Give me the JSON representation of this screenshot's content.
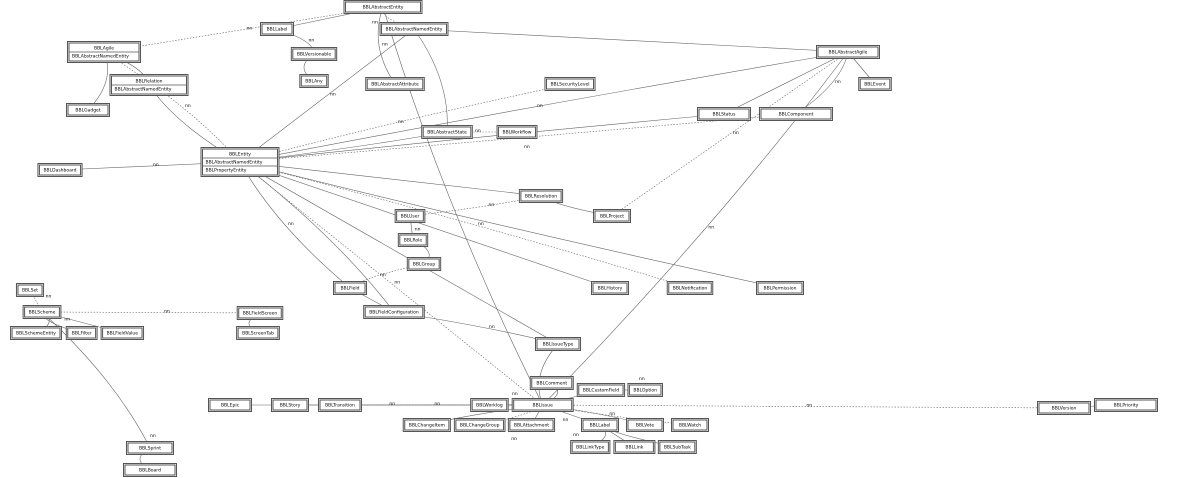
{
  "diagram": {
    "edge_label": "nn",
    "nodes": [
      {
        "id": "n1",
        "label": "BBLAbstractEntity"
      },
      {
        "id": "n2",
        "label": "BBLLabel"
      },
      {
        "id": "n3",
        "label": "BBLAbstractNamedEntity"
      },
      {
        "id": "n4",
        "label": "BBLAgile",
        "sub": "BBLAbstractNamedEntity"
      },
      {
        "id": "n5",
        "label": "BBLVersionable"
      },
      {
        "id": "n6",
        "label": "BBLAbstractAgile"
      },
      {
        "id": "n7",
        "label": "BBLAny"
      },
      {
        "id": "n8",
        "label": "BBLRelation",
        "sub": "BBLAbstractNamedEntity"
      },
      {
        "id": "n9",
        "label": "BBLAbstractAttribute"
      },
      {
        "id": "n10",
        "label": "BBLStatus"
      },
      {
        "id": "n11",
        "label": "BBLComponent"
      },
      {
        "id": "n12",
        "label": "BBLAbstractState"
      },
      {
        "id": "n13",
        "label": "BBLWorkflow"
      },
      {
        "id": "n14",
        "label": "BBLEntity",
        "sub": "BBLAbstractNamedEntity",
        "sub2": "BBLPropertyEntity"
      },
      {
        "id": "n15",
        "label": "BBLResolution"
      },
      {
        "id": "n16",
        "label": "BBLUser"
      },
      {
        "id": "n17",
        "label": "BBLProject"
      },
      {
        "id": "n18",
        "label": "BBLRole"
      },
      {
        "id": "n19",
        "label": "BBLGroup"
      },
      {
        "id": "n20",
        "label": "BBLField"
      },
      {
        "id": "n21",
        "label": "BBLFieldConfiguration"
      },
      {
        "id": "n22",
        "label": "BBLSet"
      },
      {
        "id": "n23",
        "label": "BBLScheme"
      },
      {
        "id": "n24",
        "label": "BBLSchemeEntity"
      },
      {
        "id": "n25",
        "label": "BBLFilter"
      },
      {
        "id": "n26",
        "label": "BBLFieldValue"
      },
      {
        "id": "n27",
        "label": "BBLFieldScreen"
      },
      {
        "id": "n28",
        "label": "BBLScreenTab"
      },
      {
        "id": "n29",
        "label": "BBLIssueType"
      },
      {
        "id": "n30",
        "label": "BBLIssue"
      },
      {
        "id": "n31",
        "label": "BBLComment"
      },
      {
        "id": "n32",
        "label": "BBLWorklog"
      },
      {
        "id": "n33",
        "label": "BBLPriority"
      },
      {
        "id": "n34",
        "label": "BBLVersion"
      },
      {
        "id": "n35",
        "label": "BBLAttachment"
      },
      {
        "id": "n36",
        "label": "BBLChangeGroup"
      },
      {
        "id": "n37",
        "label": "BBLChangeItem"
      },
      {
        "id": "n38",
        "label": "BBLLabel"
      },
      {
        "id": "n39",
        "label": "BBLVote"
      },
      {
        "id": "n40",
        "label": "BBLWatch"
      },
      {
        "id": "n41",
        "label": "BBLLink"
      },
      {
        "id": "n42",
        "label": "BBLLinkType"
      },
      {
        "id": "n43",
        "label": "BBLSubTask"
      },
      {
        "id": "n44",
        "label": "BBLSprint"
      },
      {
        "id": "n45",
        "label": "BBLBoard"
      },
      {
        "id": "n46",
        "label": "BBLEpic"
      },
      {
        "id": "n47",
        "label": "BBLStory"
      },
      {
        "id": "n48",
        "label": "BBLTransition"
      },
      {
        "id": "n49",
        "label": "BBLCustomField"
      },
      {
        "id": "n50",
        "label": "BBLOption"
      },
      {
        "id": "n51",
        "label": "BBLHistory"
      },
      {
        "id": "n52",
        "label": "BBLNotification"
      },
      {
        "id": "n53",
        "label": "BBLPermission"
      },
      {
        "id": "n54",
        "label": "BBLDashboard"
      },
      {
        "id": "n55",
        "label": "BBLGadget"
      },
      {
        "id": "n56",
        "label": "BBLSecurityLevel"
      },
      {
        "id": "n57",
        "label": "BBLEvent"
      }
    ]
  }
}
